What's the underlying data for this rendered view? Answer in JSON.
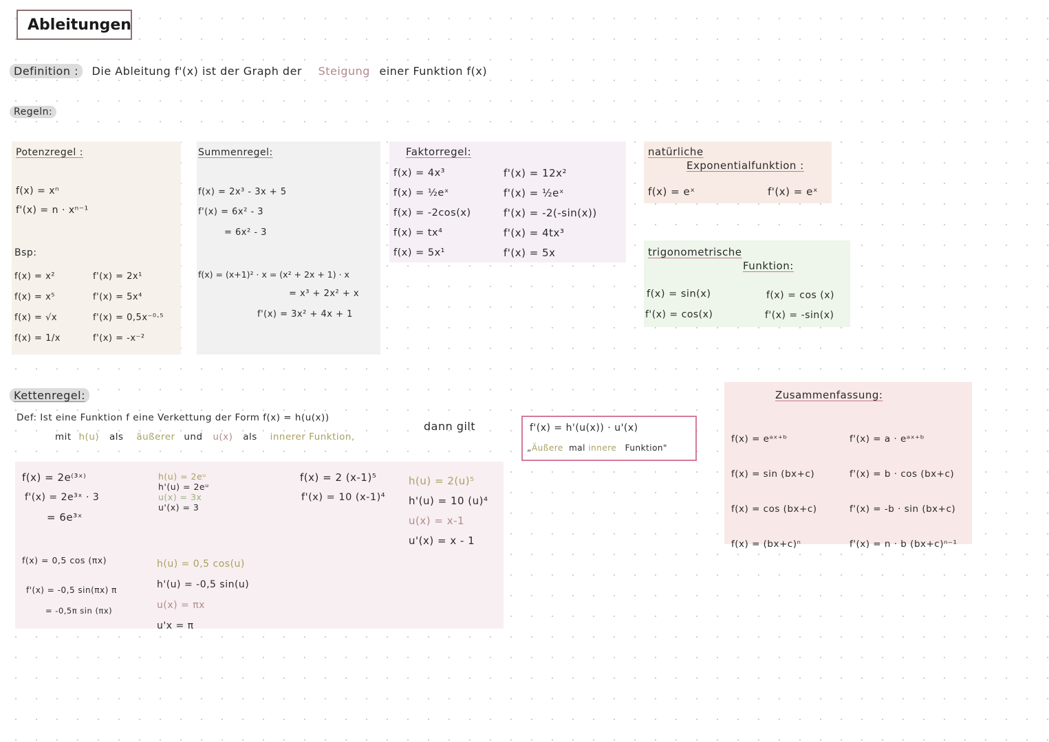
{
  "title": "Ableitungen",
  "definition": {
    "label": "Definition :",
    "text_a": "Die Ableitung f'(x) ist der Graph der",
    "highlight": "Steigung",
    "text_b": "einer Funktion f(x)"
  },
  "regeln_label": "Regeln:",
  "potenz": {
    "heading": "Potenzregel :",
    "rule": [
      "f(x) = xⁿ",
      "f'(x) = n · xⁿ⁻¹"
    ],
    "bsp_label": "Bsp:",
    "examples_f": [
      "f(x) = x²",
      "f(x) = x⁵",
      "f(x) = √x",
      "f(x) = 1/x"
    ],
    "examples_d": [
      "f'(x) = 2x¹",
      "f'(x) = 5x⁴",
      "f'(x) = 0,5x⁻⁰·⁵",
      "f'(x) = -x⁻²"
    ]
  },
  "summe": {
    "heading": "Summenregel:",
    "lines_a": [
      "f(x) = 2x³ - 3x + 5",
      "f'(x) = 6x² - 3",
      "= 6x² - 3"
    ],
    "lines_b": [
      "f(x) = (x+1)² · x = (x² + 2x + 1) · x",
      "= x³ + 2x² + x",
      "f'(x) = 3x² + 4x + 1"
    ]
  },
  "faktor": {
    "heading": "Faktorregel:",
    "f": [
      "f(x) = 4x³",
      "f(x) = ½eˣ",
      "f(x) = -2cos(x)",
      "f(x) = tx⁴",
      "f(x) = 5x¹"
    ],
    "d": [
      "f'(x) = 12x²",
      "f'(x) = ½eˣ",
      "f'(x) = -2(-sin(x))",
      "f'(x) = 4tx³",
      "f'(x) = 5x"
    ]
  },
  "exp": {
    "heading1": "natürliche",
    "heading2": "Exponentialfunktion :",
    "f": "f(x) = eˣ",
    "d": "f'(x) = eˣ"
  },
  "trig": {
    "heading1": "trigonometrische",
    "heading2": "Funktion:",
    "f1": "f(x) = sin(x)",
    "d1": "f'(x) = cos(x)",
    "f2": "f(x) = cos (x)",
    "d2": "f'(x) = -sin(x)"
  },
  "kette": {
    "heading": "Kettenregel:",
    "def_line1": "Def: Ist eine Funktion f eine Verkettung der Form f(x) = h(u(x))",
    "def_dann": "dann gilt",
    "def_mit": "mit",
    "def_hu": "h(u)",
    "def_als1": "als",
    "def_aeusserer": "äußerer",
    "def_und": "und",
    "def_ux": "u(x)",
    "def_als2": "als",
    "def_innerer": "innerer Funktion,",
    "formula": "f'(x) = h'(u(x)) · u'(x)",
    "quote_a": "„",
    "quote_aeussere": "Äußere",
    "quote_mal": "mal",
    "quote_innere": "innere",
    "quote_funktion": "Funktion\""
  },
  "ex1": {
    "f": "f(x) = 2e⁽³ˣ⁾",
    "d": "f'(x) = 2e³ˣ · 3",
    "r": "= 6e³ˣ",
    "h": "h(u) = 2eᵘ",
    "hd": "h'(u) = 2eᵘ",
    "u": "u(x) = 3x",
    "ud": "u'(x) = 3"
  },
  "ex2": {
    "f": "f(x) = 2 (x-1)⁵",
    "d": "f'(x) = 10 (x-1)⁴",
    "h": "h(u) = 2(u)⁵",
    "hd": "h'(u) = 10 (u)⁴",
    "u": "u(x) = x-1",
    "ud": "u'(x) = x - 1"
  },
  "ex3": {
    "f": "f(x) = 0,5 cos (πx)",
    "d": "f'(x) = -0,5 sin(πx) π",
    "r": "= -0,5π sin (πx)",
    "h": "h(u) = 0,5 cos(u)",
    "hd": "h'(u) = -0,5 sin(u)",
    "u": "u(x) = πx",
    "ud": "u'x = π"
  },
  "zusammen": {
    "heading": "Zusammenfassung:",
    "rows": [
      {
        "f": "f(x) = eᵃˣ⁺ᵇ",
        "d": "f'(x) = a · eᵃˣ⁺ᵇ"
      },
      {
        "f": "f(x) = sin (bx+c)",
        "d": "f'(x) = b · cos (bx+c)"
      },
      {
        "f": "f(x) = cos (bx+c)",
        "d": "f'(x) = -b · sin (bx+c)"
      },
      {
        "f": "f(x) = (bx+c)ⁿ",
        "d": "f'(x) = n · b (bx+c)ⁿ⁻¹"
      }
    ]
  },
  "colors": {
    "box_beige": "#f6f1ea",
    "box_grey": "#f1f1f1",
    "box_lilac": "#f6eff6",
    "box_peach": "#f8ebe5",
    "box_green": "#eef5ea",
    "box_rose": "#f9e8e8",
    "box_pink": "#f8eff2",
    "frame": "#d47a9a"
  }
}
